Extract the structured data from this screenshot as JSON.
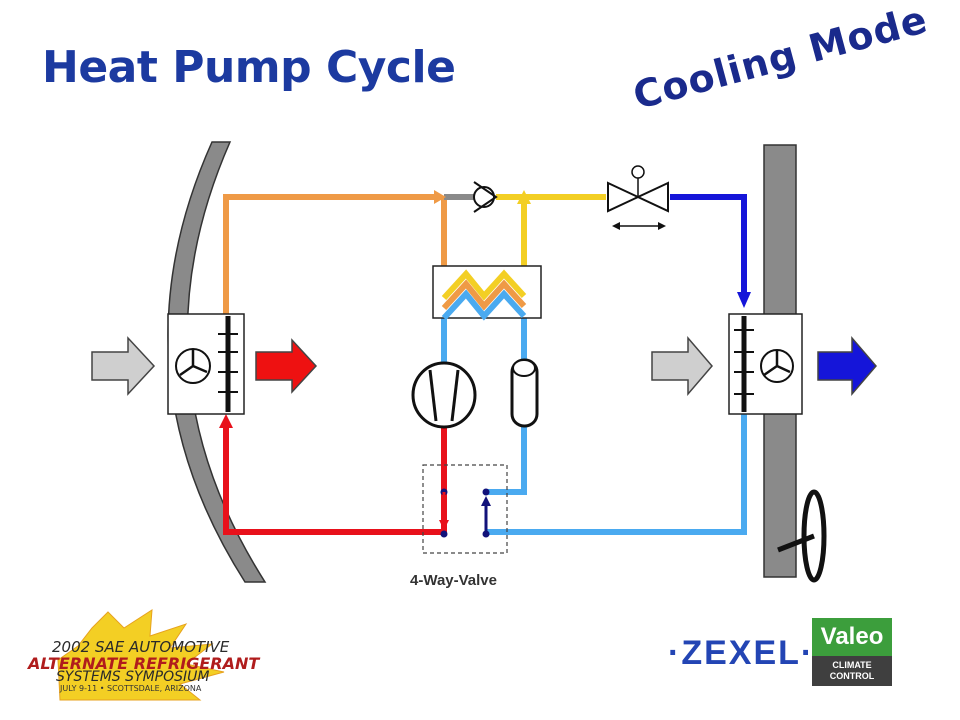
{
  "title": "Heat Pump Cycle",
  "mode_label": "Cooling Mode",
  "valve_label": "4-Way-Valve",
  "logos": {
    "sae_line1": "2002 SAE AUTOMOTIVE",
    "sae_line2": "ALTERNATE REFRIGERANT",
    "sae_line3": "SYSTEMS SYMPOSIUM",
    "sae_line4": "JULY 9-11 • SCOTTSDALE, ARIZONA",
    "zexel": "·ZEXEL·",
    "valeo": "Valeo",
    "valeo_sub": "CLIMATE CONTROL"
  },
  "colors": {
    "title": "#1c3aa0",
    "hot_gas": "#e8111b",
    "warm": "#ef9a46",
    "liquid": "#f3cf24",
    "cold": "#1515d9",
    "suction": "#4aaaf0",
    "wall": "#8a8a8a"
  }
}
